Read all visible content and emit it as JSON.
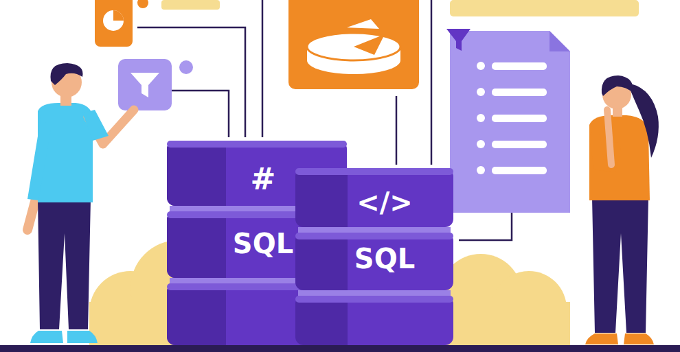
{
  "diagram": {
    "nodes": [
      {
        "text": [
          "#",
          "SQL"
        ]
      },
      {
        "text": [
          "</>",
          "SQL"
        ]
      }
    ]
  }
}
